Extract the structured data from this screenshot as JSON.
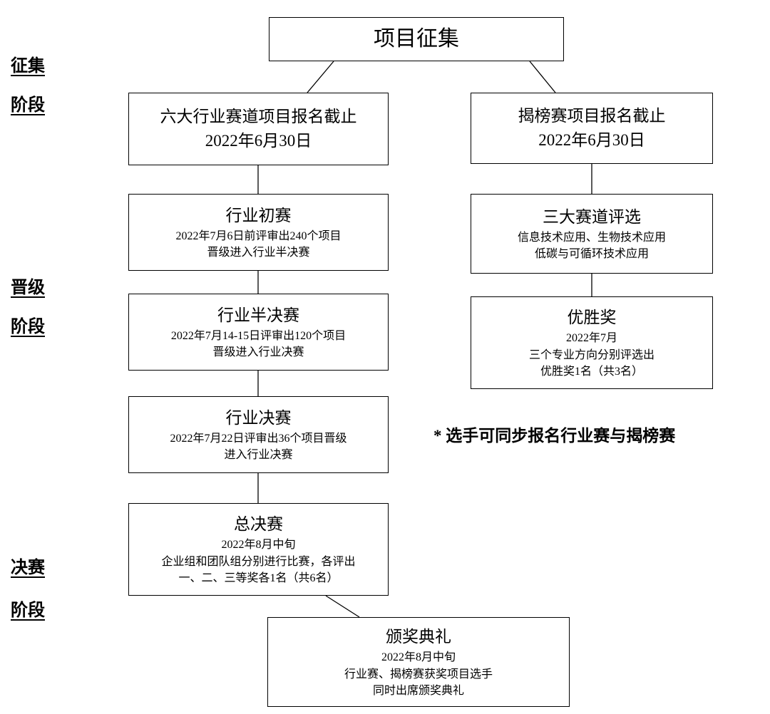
{
  "diagram": {
    "top_box": {
      "title": "项目征集"
    },
    "phase_labels": {
      "collection": [
        "征集",
        "阶段"
      ],
      "advancement": [
        "晋级",
        "阶段"
      ],
      "finals": [
        "决赛",
        "阶段"
      ]
    },
    "left_column": [
      {
        "title": "六大行业赛道项目报名截止",
        "subtitle": "2022年6月30日"
      },
      {
        "title": "行业初赛",
        "details": [
          "2022年7月6日前评审出240个项目",
          "晋级进入行业半决赛"
        ]
      },
      {
        "title": "行业半决赛",
        "details": [
          "2022年7月14-15日评审出120个项目",
          "晋级进入行业决赛"
        ]
      },
      {
        "title": "行业决赛",
        "details": [
          "2022年7月22日评审出36个项目晋级",
          "进入行业决赛"
        ]
      },
      {
        "title": "总决赛",
        "details": [
          "2022年8月中旬",
          "企业组和团队组分别进行比赛，各评出",
          "一、二、三等奖各1名（共6名）"
        ]
      }
    ],
    "right_column": [
      {
        "title": "揭榜赛项目报名截止",
        "subtitle": "2022年6月30日"
      },
      {
        "title": "三大赛道评选",
        "details": [
          "信息技术应用、生物技术应用",
          "低碳与可循环技术应用"
        ]
      },
      {
        "title": "优胜奖",
        "details": [
          "2022年7月",
          "三个专业方向分别评选出",
          "优胜奖1名（共3名）"
        ]
      }
    ],
    "note": "* 选手可同步报名行业赛与揭榜赛",
    "bottom_box": {
      "title": "颁奖典礼",
      "details": [
        "2022年8月中旬",
        "行业赛、揭榜赛获奖项目选手",
        "同时出席颁奖典礼"
      ]
    }
  }
}
